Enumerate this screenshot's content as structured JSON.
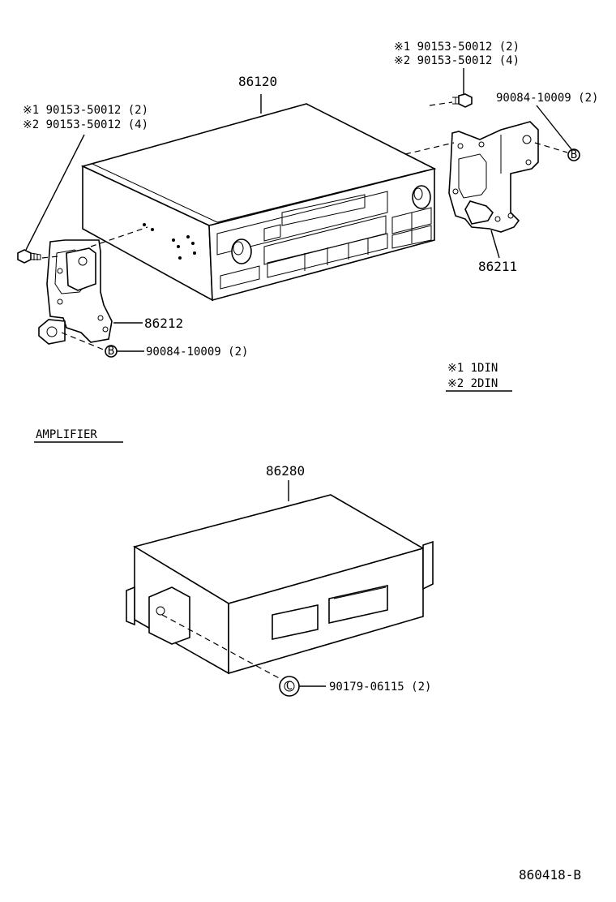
{
  "radio": {
    "part_number": "86120",
    "bolt_left_line1": "※1 90153-50012 (2)",
    "bolt_left_line2": "※2 90153-50012 (4)",
    "bolt_right_line1": "※1 90153-50012 (2)",
    "bolt_right_line2": "※2 90153-50012 (4)",
    "nut_right": "90084-10009 (2)",
    "nut_left": "90084-10009 (2)",
    "bracket_right": "86211",
    "bracket_left": "86212",
    "nut_marker": "B"
  },
  "legend": {
    "line1": "※1 1DIN",
    "line2": "※2 2DIN"
  },
  "amplifier": {
    "section_title": "AMPLIFIER",
    "part_number": "86280",
    "nut": "90179-06115 (2)",
    "nut_marker": "C"
  },
  "figure_code": "860418-B"
}
